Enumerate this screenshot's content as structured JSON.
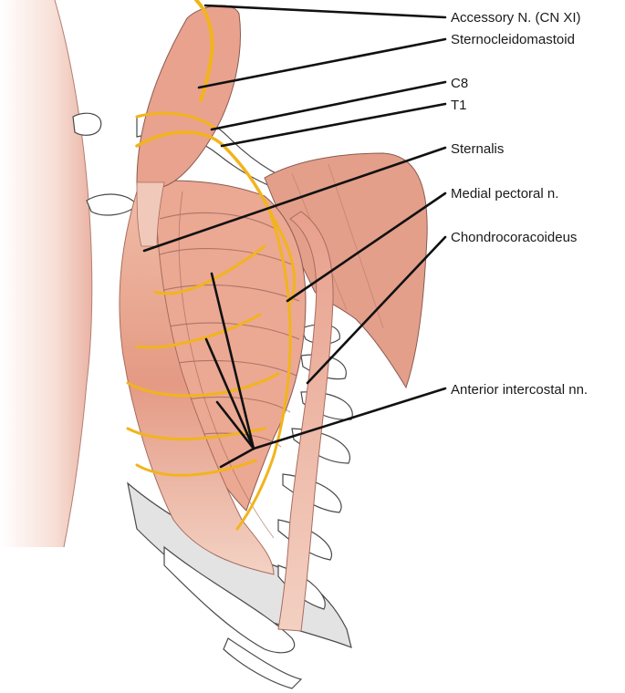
{
  "colors": {
    "muscle": "#e8a08c",
    "muscle_light": "#f0b9a8",
    "muscle_dark": "#d98672",
    "nerve": "#f2b41c",
    "bone": "#ffffff",
    "bone_shadow": "#e3e3e3",
    "leader": "#111111"
  },
  "labels": [
    {
      "id": "accessory",
      "text": "Accessory N. (CN XI)"
    },
    {
      "id": "scm",
      "text": "Sternocleidomastoid"
    },
    {
      "id": "c8",
      "text": "C8"
    },
    {
      "id": "t1",
      "text": "T1"
    },
    {
      "id": "sternalis",
      "text": "Sternalis"
    },
    {
      "id": "medial-pectoral",
      "text": "Medial pectoral n."
    },
    {
      "id": "chondrocoracoideus",
      "text": "Chondrocoracoideus"
    },
    {
      "id": "anterior-intercostal",
      "text": "Anterior intercostal nn."
    }
  ]
}
